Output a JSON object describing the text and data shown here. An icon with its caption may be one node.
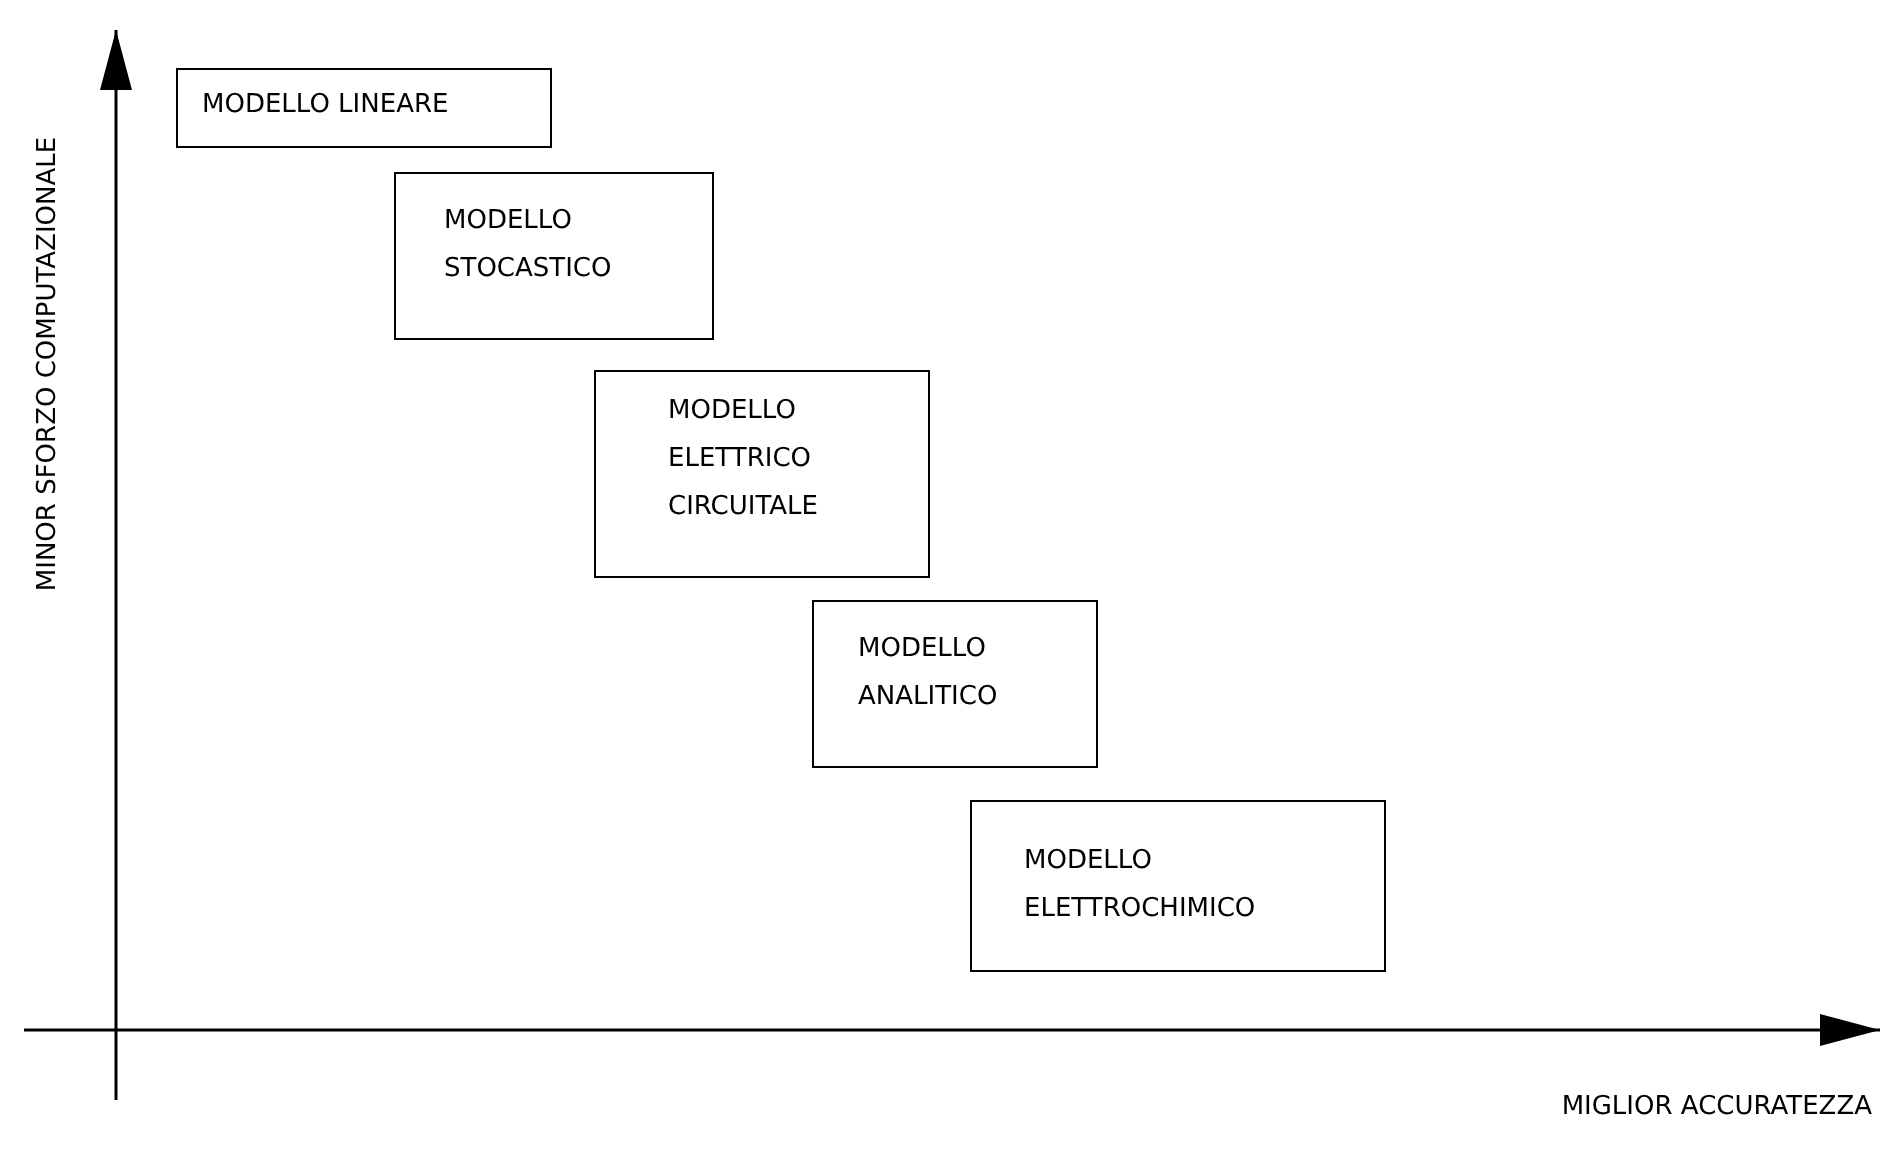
{
  "diagram": {
    "nodes": [
      {
        "text": [
          "MODELLO LINEARE"
        ]
      },
      {
        "text": [
          "MODELLO STOCASTICO"
        ]
      },
      {
        "text": [
          "MODELLO ELETTRICO CIRCUITALE"
        ]
      },
      {
        "text": [
          "MODELLO ANALITICO"
        ]
      },
      {
        "text": [
          "MODELLO ELETTROCHIMICO"
        ]
      }
    ],
    "edges": [],
    "labels": [
      "MINOR SFORZO COMPUTAZIONALE",
      "MIGLIOR ACCURATEZZA"
    ]
  }
}
